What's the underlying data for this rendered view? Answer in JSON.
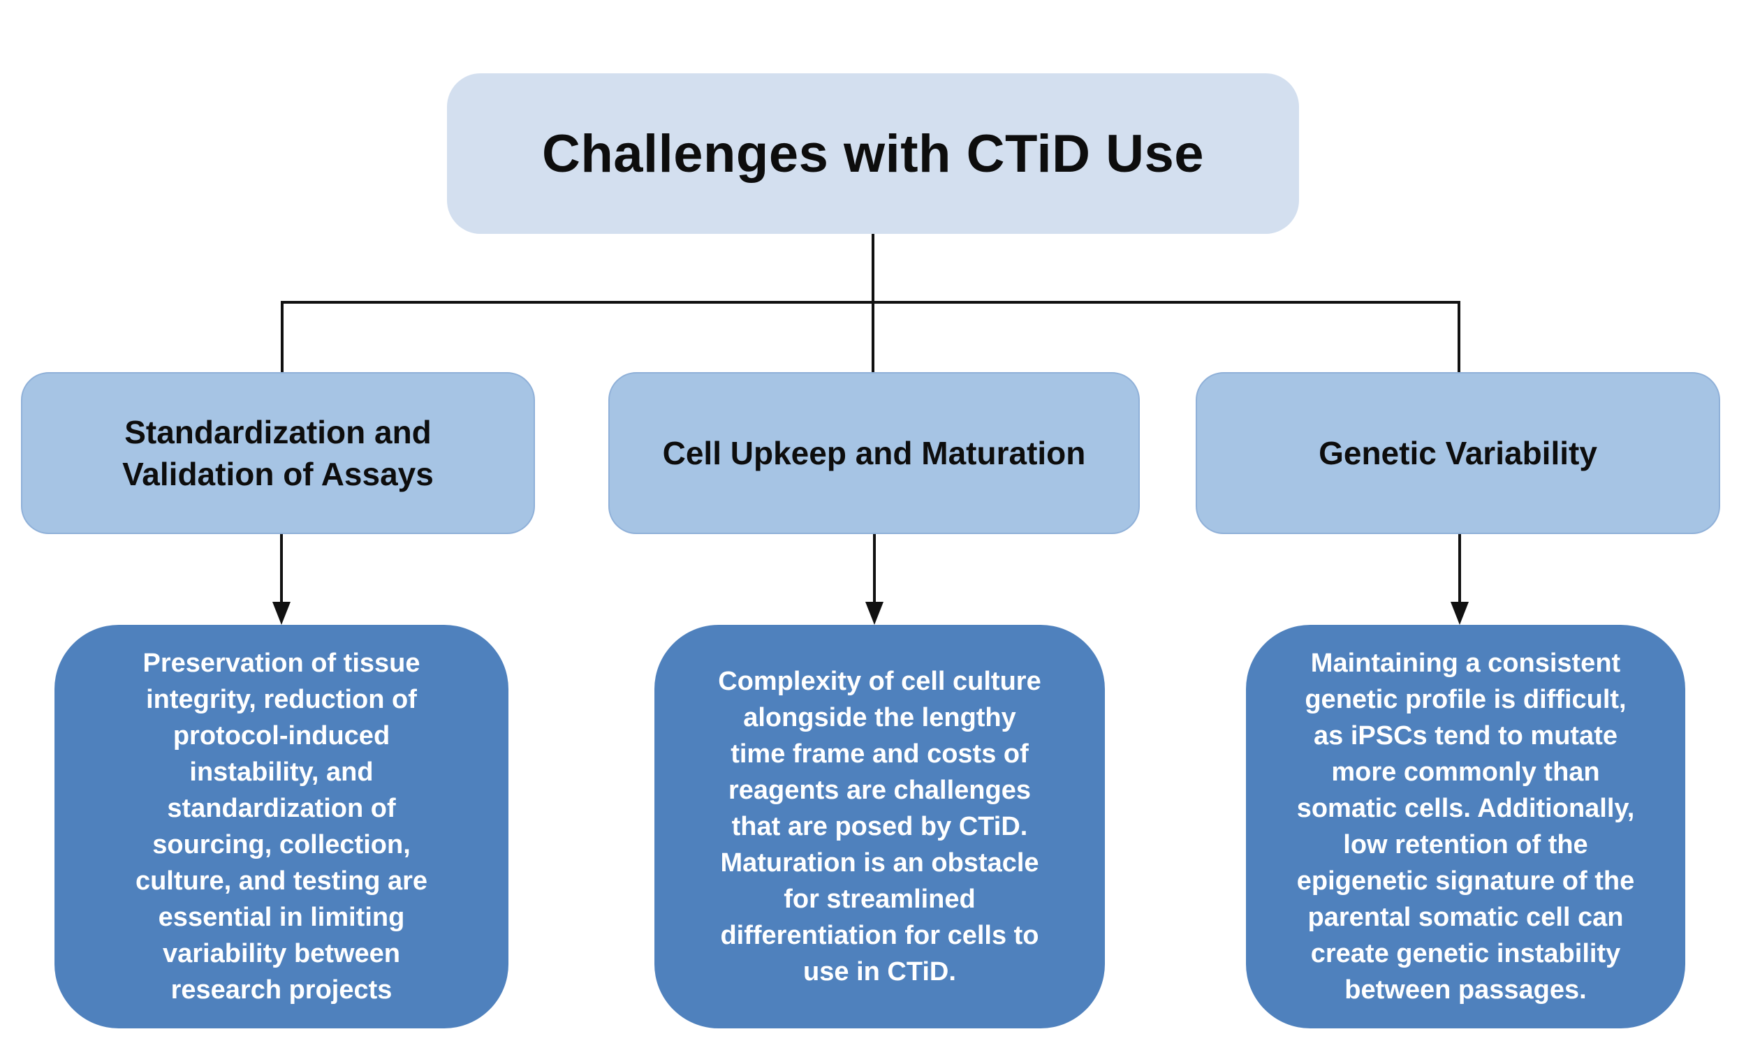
{
  "diagram": {
    "title": "Challenges with CTiD Use",
    "root": {
      "label": "Challenges with CTiD Use"
    },
    "branches": [
      {
        "id": "standardization-and-validation-of-assays",
        "label": "Standardization and\nValidation of Assays",
        "detail": "Preservation of tissue\nintegrity, reduction of\nprotocol-induced\ninstability, and\nstandardization of\nsourcing, collection,\nculture, and testing are\nessential in limiting\nvariability between\nresearch projects"
      },
      {
        "id": "cell-upkeep-and-maturation",
        "label": "Cell Upkeep and Maturation",
        "detail": "Complexity of cell culture\nalongside the lengthy\ntime frame and costs of\nreagents are challenges\nthat are posed by CTiD.\nMaturation is an obstacle\nfor streamlined\ndifferentiation for cells to\nuse in CTiD."
      },
      {
        "id": "genetic-variability",
        "label": "Genetic Variability",
        "detail": "Maintaining a consistent\ngenetic profile is difficult,\nas iPSCs tend to mutate\nmore commonly than\nsomatic cells. Additionally,\nlow retention of the\nepigenetic signature of the\nparental somatic cell can\ncreate genetic instability\nbetween passages."
      }
    ],
    "colors": {
      "root_fill": "#d3dfef",
      "branch_fill": "#a6c4e4",
      "detail_fill": "#4f81bd",
      "connector": "#111111",
      "root_text": "#0d0d0d",
      "branch_text": "#0d0d0d",
      "detail_text": "#ffffff",
      "background": "#ffffff"
    }
  }
}
